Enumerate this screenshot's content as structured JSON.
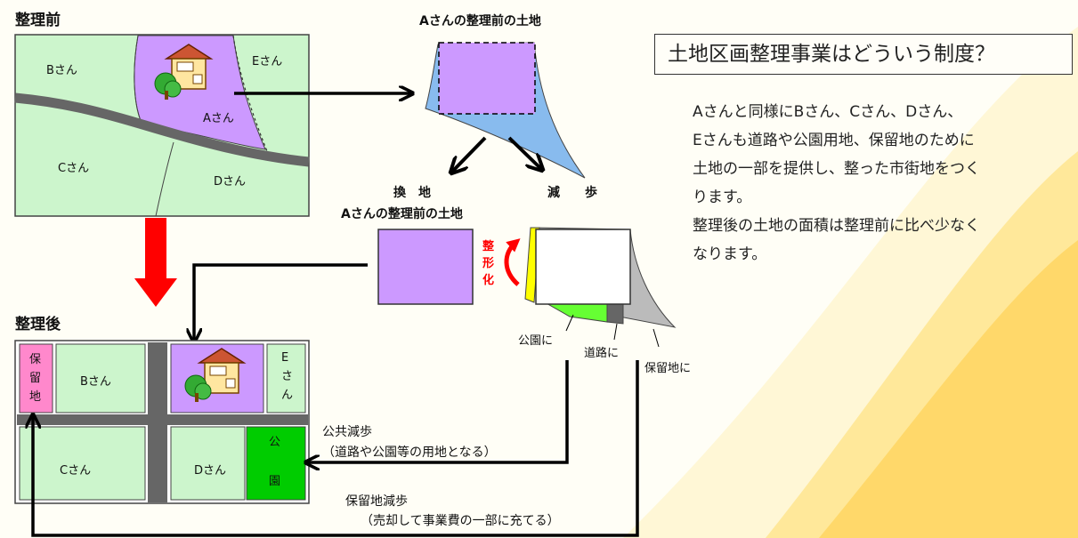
{
  "labels": {
    "before": "整理前",
    "after": "整理後",
    "a_land_top": "Aさんの整理前の土地",
    "a_land_mid": "Aさんの整理前の土地",
    "kanchi": "換　地",
    "genpo": "減　　歩",
    "seikeika": [
      "整",
      "形",
      "化"
    ],
    "park_to": "公園に",
    "road_to": "道路に",
    "reserve_to": "保留地に",
    "public_reduction": "公共減歩",
    "public_reduction_note": "（道路や公園等の用地となる）",
    "reserve_reduction": "保留地減歩",
    "reserve_reduction_note": "（売却して事業費の一部に充てる）"
  },
  "map_before": {
    "lots": [
      "Bさん",
      "Eさん",
      "Aさん",
      "Cさん",
      "Dさん"
    ]
  },
  "map_after": {
    "lots": [
      "Bさん",
      "Cさん",
      "Dさん"
    ],
    "reserve_chars": [
      "保",
      "留",
      "地"
    ],
    "e_chars": [
      "E",
      "さ",
      "ん"
    ],
    "park_chars": [
      "公",
      "園"
    ]
  },
  "heading": "土地区画整理事業はどういう制度？",
  "body": [
    "Aさんと同様にBさん、Cさん、Dさん、",
    "Eさんも道路や公園用地、保留地のために",
    "土地の一部を提供し、整った市街地をつく",
    "ります。",
    "整理後の土地の面積は整理前に比べ少なく",
    "なります。"
  ],
  "colors": {
    "lot_green": "#ccf5cc",
    "lot_purple": "#cc99ff",
    "road_gray": "#666666",
    "park_green": "#00cc00",
    "reserve_pink": "#ff88cc",
    "arrow_red": "#ff0000",
    "reduction_blue": "#88bbee",
    "reserve_gray": "#bbbbbb",
    "yellow": "#ffff00"
  },
  "icons": [
    "house-icon",
    "tree-icon"
  ]
}
